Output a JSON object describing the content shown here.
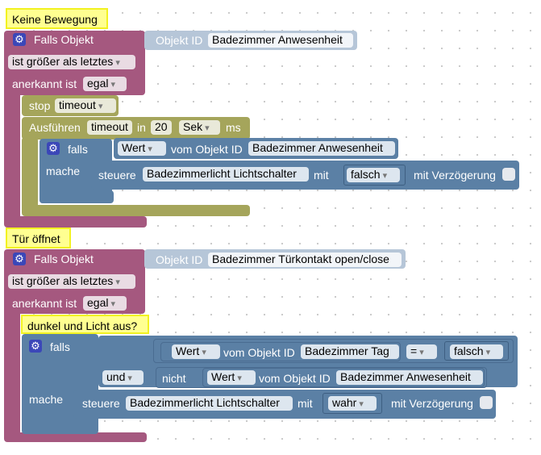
{
  "block1": {
    "comment": "Keine Bewegung",
    "falls_objekt": "Falls Objekt",
    "objekt_id_label": "Objekt ID",
    "objekt_id_value": "Badezimmer Anwesenheit",
    "condition_value": "ist größer als letztes",
    "anerkannt_label": "anerkannt ist",
    "anerkannt_value": "egal",
    "stop_label": "stop",
    "stop_value": "timeout",
    "ausfuehren_label": "Ausführen",
    "ausfuehren_name": "timeout",
    "in_label": "in",
    "delay_value": "20",
    "unit_value": "Sek",
    "ms_label": "ms",
    "if_label": "falls",
    "mache_label": "mache",
    "wert_value": "Wert",
    "vom_objekt_label": "vom Objekt ID",
    "vom_objekt_value": "Badezimmer Anwesenheit",
    "steuere_label": "steuere",
    "steuere_value": "Badezimmerlicht Lichtschalter",
    "mit_label": "mit",
    "bool_value": "falsch",
    "verzoegerung_label": "mit Verzögerung"
  },
  "block2": {
    "comment": "Tür öffnet",
    "falls_objekt": "Falls Objekt",
    "objekt_id_label": "Objekt ID",
    "objekt_id_value": "Badezimmer Türkontakt open/close",
    "condition_value": "ist größer als letztes",
    "anerkannt_label": "anerkannt ist",
    "anerkannt_value": "egal",
    "inner_comment": "dunkel und Licht aus?",
    "if_label": "falls",
    "mache_label": "mache",
    "wert1_value": "Wert",
    "vom_objekt1_label": "vom Objekt ID",
    "vom_objekt1_value": "Badezimmer Tag",
    "compare_op": "=",
    "compare_value": "falsch",
    "logic_op": "und",
    "nicht_label": "nicht",
    "wert2_value": "Wert",
    "vom_objekt2_label": "vom Objekt ID",
    "vom_objekt2_value": "Badezimmer Anwesenheit",
    "steuere_label": "steuere",
    "steuere_value": "Badezimmerlicht Lichtschalter",
    "mit_label": "mit",
    "bool_value": "wahr",
    "verzoegerung_label": "mit Verzögerung"
  },
  "colors": {
    "trigger": "#a5587f",
    "logic": "#5b80a5",
    "timeout": "#a5a55b",
    "comment": "#ffff91"
  },
  "icons": [
    "gear-icon"
  ]
}
